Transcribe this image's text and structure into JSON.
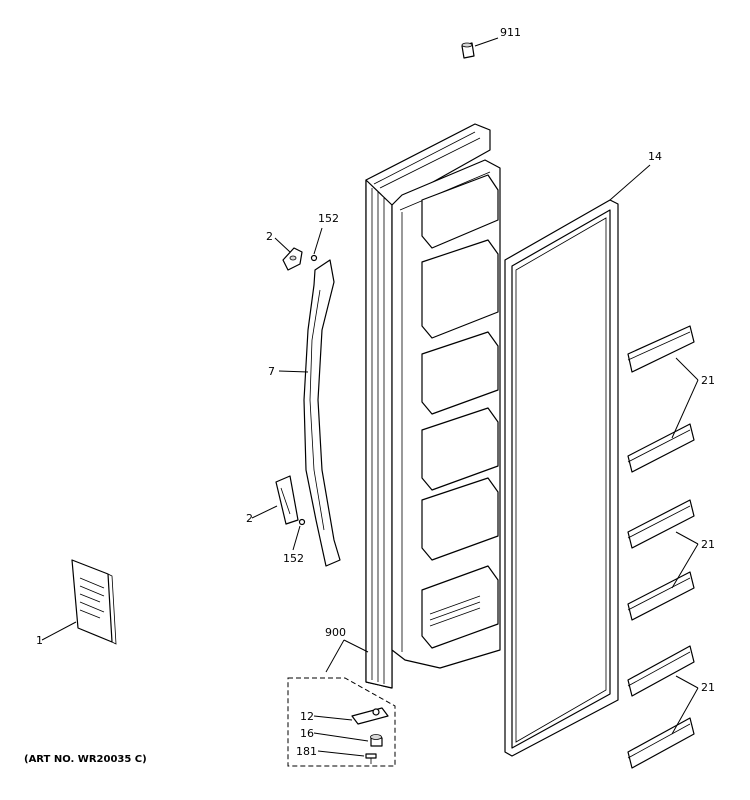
{
  "art_number": "(ART NO. WR20035 C)",
  "callouts": {
    "c911": "911",
    "c14": "14",
    "c152a": "152",
    "c2a": "2",
    "c7": "7",
    "c2b": "2",
    "c152b": "152",
    "c21a": "21",
    "c21b": "21",
    "c21c": "21",
    "c1": "1",
    "c900": "900",
    "c12": "12",
    "c16": "16",
    "c181": "181"
  },
  "icons": {
    "cap": "cap-icon",
    "door": "door-assembly-icon",
    "gasket": "gasket-icon",
    "handle": "handle-icon",
    "bins": "shelf-bin-icon",
    "manual": "manual-icon",
    "hinge_kit": "hinge-kit-icon"
  }
}
